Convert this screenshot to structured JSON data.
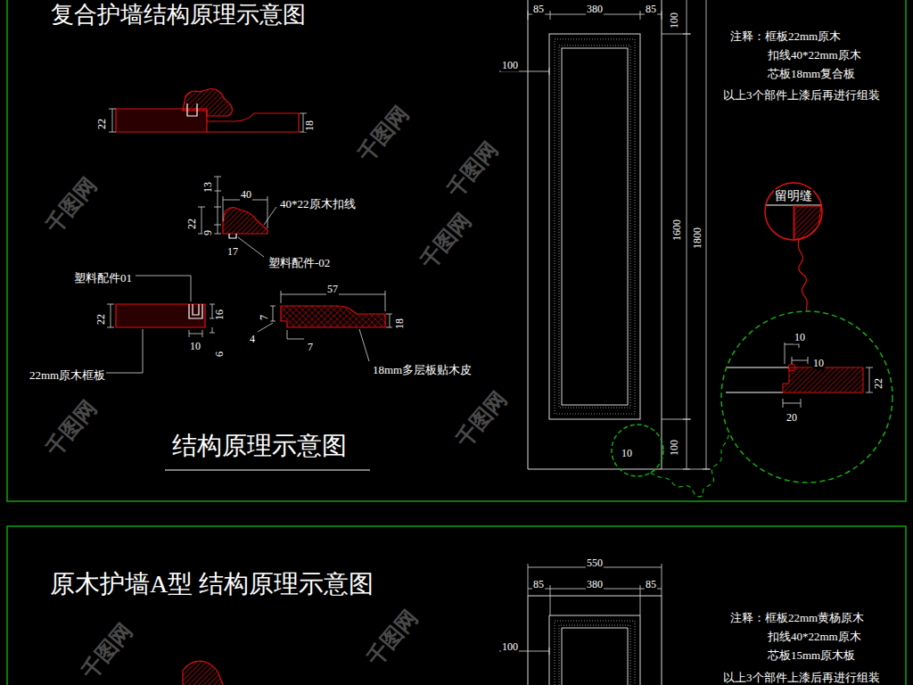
{
  "diagram": {
    "title": "复合护墙结构原理示意图",
    "nodes": [
      {
        "text": [
          "留明缝"
        ]
      },
      {
        "text": [
          "10",
          "10",
          "22",
          "20"
        ]
      },
      {
        "text": [
          "10"
        ]
      }
    ],
    "edges": [
      {
        "from": 0,
        "to": 1,
        "arrow": "none"
      },
      {
        "from": 2,
        "to": 1,
        "arrow": "none"
      }
    ],
    "labels": [
      "22",
      "18",
      "13",
      "40",
      "40*22原木扣线",
      "22",
      "9",
      "17",
      "塑料配件-02",
      "塑料配件01",
      "22",
      "16",
      "10",
      "6",
      "22mm原木框板",
      "57",
      "7",
      "18",
      "4",
      "7",
      "18mm多层板贴木皮",
      "结构原理示意图",
      "85",
      "380",
      "85",
      "100",
      "100",
      "1600",
      "1800",
      "100",
      "注释：框板22mm原木",
      "扣线40*22mm原木",
      "芯板18mm复合板",
      "以上3个部件上漆后再进行组装",
      "原木护墙A型 结构原理示意图",
      "550",
      "85",
      "380",
      "85",
      "100",
      "注释：框板22mm黄杨原木",
      "扣线40*22mm原木",
      "芯板15mm原木板",
      "以上3个部件上漆后再进行组装",
      "千图网",
      "千图网",
      "千图网",
      "千图网",
      "千图网",
      "千图网",
      "千图网",
      "千图网"
    ]
  }
}
